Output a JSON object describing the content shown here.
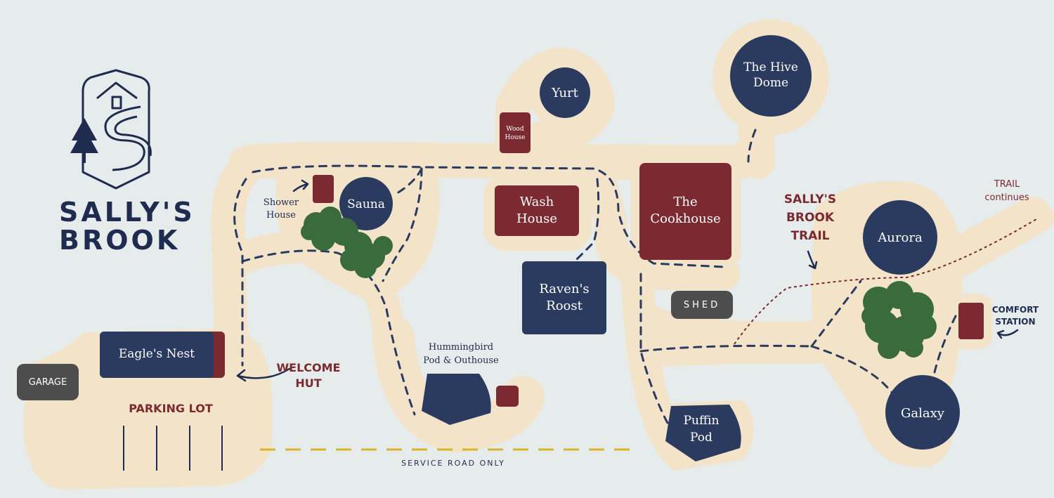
{
  "brand": {
    "name": "SALLY'S\nBROOK"
  },
  "colors": {
    "background": "#e6ecec",
    "path": "#f2e3c9",
    "navy": "#2b3a5f",
    "red": "#7a2a30",
    "gray": "#4d4d4d",
    "road_dash": "#d9b52e"
  },
  "buildings": {
    "yurt": "Yurt",
    "hive_dome": "The Hive\nDome",
    "wood_house": "Wood\nHouse",
    "shower_house": "Shower\nHouse",
    "sauna": "Sauna",
    "wash_house": "Wash\nHouse",
    "cookhouse": "The\nCookhouse",
    "ravens_roost": "Raven's\nRoost",
    "shed": "SHED",
    "eagles_nest": "Eagle's Nest",
    "garage": "GARAGE",
    "hummingbird": "Hummingbird\nPod & Outhouse",
    "puffin_pod": "Puffin\nPod",
    "aurora": "Aurora",
    "galaxy": "Galaxy",
    "comfort_station": "COMFORT\nSTATION"
  },
  "labels": {
    "welcome_hut": "WELCOME\nHUT",
    "parking_lot": "PARKING LOT",
    "service_road": "SERVICE ROAD ONLY",
    "brook_trail": "SALLY'S\nBROOK\nTRAIL",
    "trail_continues": "TRAIL\ncontinues"
  },
  "icons": [
    "logo-emblem-icon",
    "tree-icon",
    "bush-icon",
    "arrow-icon"
  ]
}
